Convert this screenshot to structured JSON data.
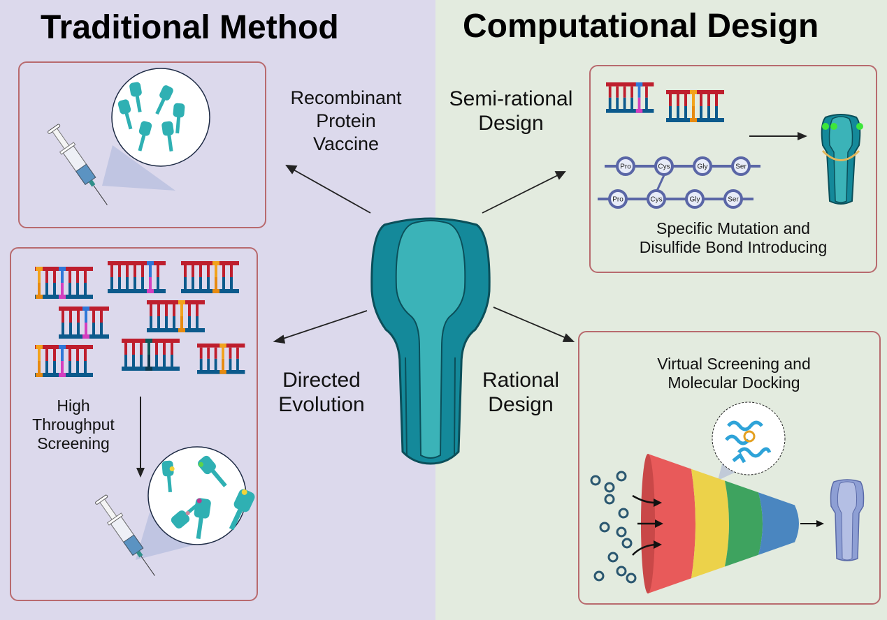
{
  "titles": {
    "left": "Traditional Method",
    "right": "Computational Design"
  },
  "branches": {
    "recombinant": [
      "Recombinant",
      "Protein",
      "Vaccine"
    ],
    "semi_rational": [
      "Semi-rational",
      "Design"
    ],
    "directed_evolution": [
      "Directed",
      "Evolution"
    ],
    "rational": [
      "Rational",
      "Design"
    ]
  },
  "panels": {
    "semi_rational_caption": [
      "Specific Mutation and",
      "Disulfide Bond Introducing"
    ],
    "amino_acids_top": [
      "Pro",
      "Cys",
      "Gly",
      "Ser"
    ],
    "amino_acids_bottom": [
      "Pro",
      "Cys",
      "Gly",
      "Ser"
    ],
    "hts_caption": [
      "High",
      "Throughput",
      "Screening"
    ],
    "virtual_caption": [
      "Virtual Screening and",
      "Molecular Docking"
    ]
  },
  "colors": {
    "left_background": "#dcd9ec",
    "right_background": "#e3ebdf",
    "panel_border": "#b86a6e",
    "protein_dark": "#14899a",
    "protein_light": "#3bb3b8",
    "protein_outline": "#0b4f5a",
    "dna_red": "#be1e2d",
    "dna_blue": "#0c5a8c",
    "funnel": [
      "#e85a5a",
      "#ecd24a",
      "#3ea35f",
      "#4a86c0"
    ]
  }
}
